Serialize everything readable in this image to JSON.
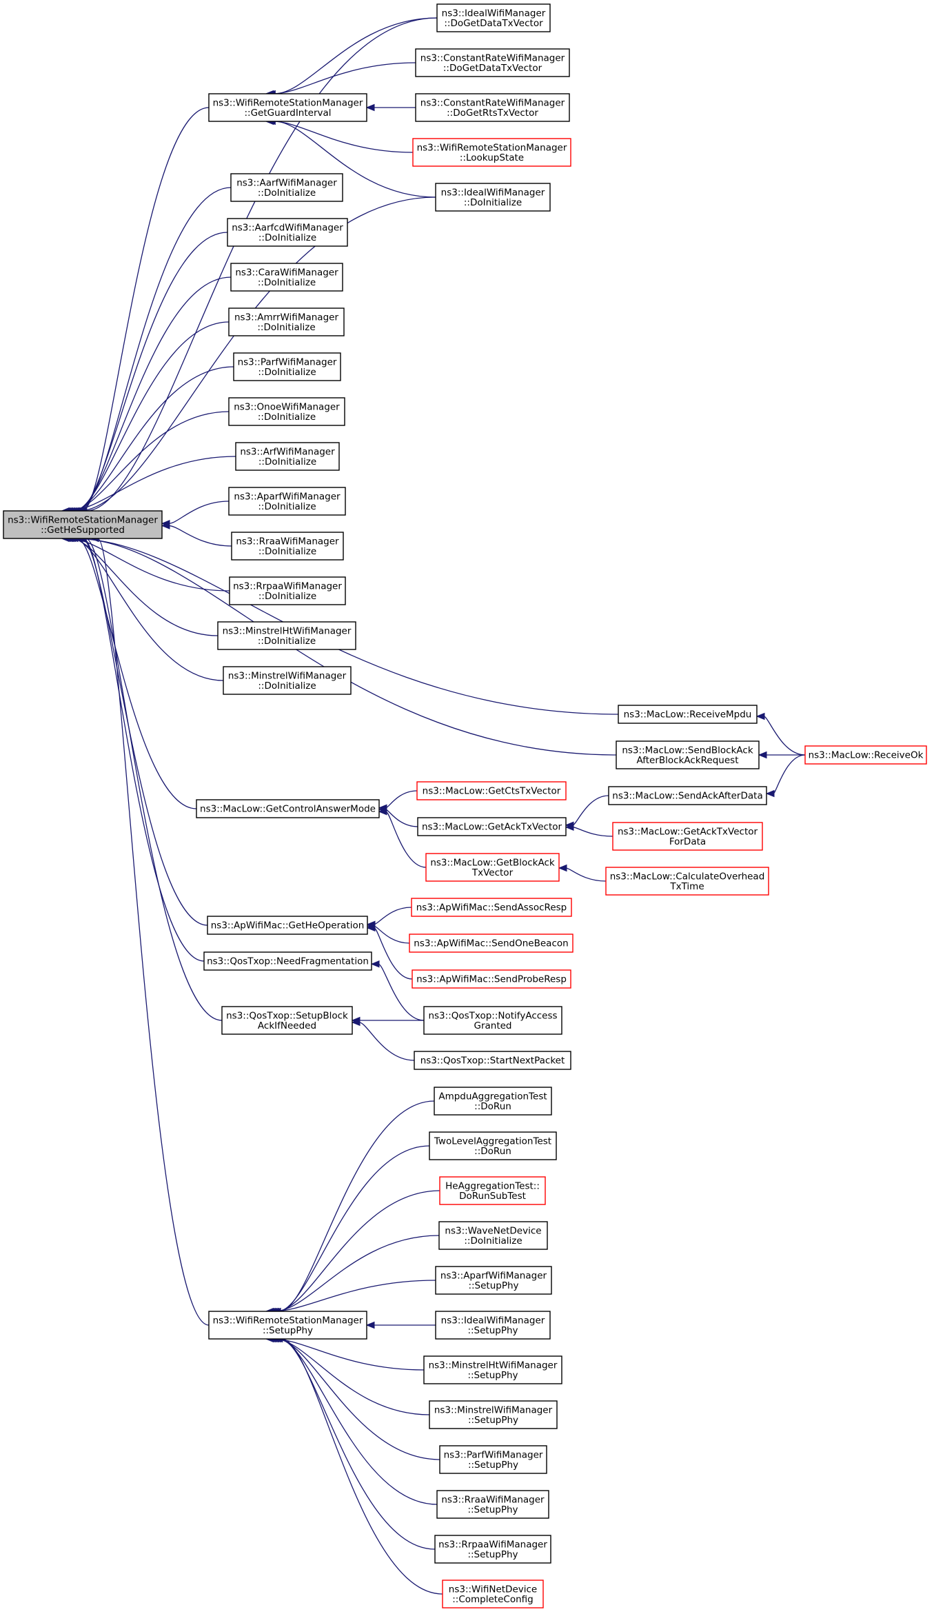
{
  "colors": {
    "edge": "#191970",
    "border_normal": "#000000",
    "border_truncated": "#ff0000",
    "root_fill": "#bfbfbf"
  },
  "nodes": [
    {
      "id": "root",
      "lines": [
        "ns3::WifiRemoteStationManager",
        "::GetHeSupported"
      ],
      "style": "root"
    },
    {
      "id": "ideal-dogetdatatxvector",
      "lines": [
        "ns3::IdealWifiManager",
        "::DoGetDataTxVector"
      ],
      "style": "normal"
    },
    {
      "id": "constantrate-dogetdatatxvector",
      "lines": [
        "ns3::ConstantRateWifiManager",
        "::DoGetDataTxVector"
      ],
      "style": "normal"
    },
    {
      "id": "getguardinterval",
      "lines": [
        "ns3::WifiRemoteStationManager",
        "::GetGuardInterval"
      ],
      "style": "normal"
    },
    {
      "id": "constantrate-dogetrtstxvector",
      "lines": [
        "ns3::ConstantRateWifiManager",
        "::DoGetRtsTxVector"
      ],
      "style": "normal"
    },
    {
      "id": "lookupstate",
      "lines": [
        "ns3::WifiRemoteStationManager",
        "::LookupState"
      ],
      "style": "truncated"
    },
    {
      "id": "ideal-doinitialize",
      "lines": [
        "ns3::IdealWifiManager",
        "::DoInitialize"
      ],
      "style": "normal"
    },
    {
      "id": "aarf-doinitialize",
      "lines": [
        "ns3::AarfWifiManager",
        "::DoInitialize"
      ],
      "style": "normal"
    },
    {
      "id": "aarfcd-doinitialize",
      "lines": [
        "ns3::AarfcdWifiManager",
        "::DoInitialize"
      ],
      "style": "normal"
    },
    {
      "id": "cara-doinitialize",
      "lines": [
        "ns3::CaraWifiManager",
        "::DoInitialize"
      ],
      "style": "normal"
    },
    {
      "id": "amrr-doinitialize",
      "lines": [
        "ns3::AmrrWifiManager",
        "::DoInitialize"
      ],
      "style": "normal"
    },
    {
      "id": "parf-doinitialize",
      "lines": [
        "ns3::ParfWifiManager",
        "::DoInitialize"
      ],
      "style": "normal"
    },
    {
      "id": "onoe-doinitialize",
      "lines": [
        "ns3::OnoeWifiManager",
        "::DoInitialize"
      ],
      "style": "normal"
    },
    {
      "id": "arf-doinitialize",
      "lines": [
        "ns3::ArfWifiManager",
        "::DoInitialize"
      ],
      "style": "normal"
    },
    {
      "id": "aparf-doinitialize",
      "lines": [
        "ns3::AparfWifiManager",
        "::DoInitialize"
      ],
      "style": "normal"
    },
    {
      "id": "rraa-doinitialize",
      "lines": [
        "ns3::RraaWifiManager",
        "::DoInitialize"
      ],
      "style": "normal"
    },
    {
      "id": "rrpaa-doinitialize",
      "lines": [
        "ns3::RrpaaWifiManager",
        "::DoInitialize"
      ],
      "style": "normal"
    },
    {
      "id": "minstrelht-doinitialize",
      "lines": [
        "ns3::MinstrelHtWifiManager",
        "::DoInitialize"
      ],
      "style": "normal"
    },
    {
      "id": "minstrel-doinitialize",
      "lines": [
        "ns3::MinstrelWifiManager",
        "::DoInitialize"
      ],
      "style": "normal"
    },
    {
      "id": "receivempdu",
      "lines": [
        "ns3::MacLow::ReceiveMpdu"
      ],
      "style": "normal"
    },
    {
      "id": "sendblockack",
      "lines": [
        "ns3::MacLow::SendBlockAck",
        "AfterBlockAckRequest"
      ],
      "style": "normal"
    },
    {
      "id": "receiveok",
      "lines": [
        "ns3::MacLow::ReceiveOk"
      ],
      "style": "truncated"
    },
    {
      "id": "getctstxvector",
      "lines": [
        "ns3::MacLow::GetCtsTxVector"
      ],
      "style": "truncated"
    },
    {
      "id": "sendackafterdata",
      "lines": [
        "ns3::MacLow::SendAckAfterData"
      ],
      "style": "normal"
    },
    {
      "id": "getcontrolanswermode",
      "lines": [
        "ns3::MacLow::GetControlAnswerMode"
      ],
      "style": "normal"
    },
    {
      "id": "getacktxvector",
      "lines": [
        "ns3::MacLow::GetAckTxVector"
      ],
      "style": "normal"
    },
    {
      "id": "getacktxvectorfordata",
      "lines": [
        "ns3::MacLow::GetAckTxVector",
        "ForData"
      ],
      "style": "truncated"
    },
    {
      "id": "getblockacktxvector",
      "lines": [
        "ns3::MacLow::GetBlockAck",
        "TxVector"
      ],
      "style": "truncated"
    },
    {
      "id": "calculateoverheadtxtime",
      "lines": [
        "ns3::MacLow::CalculateOverhead",
        "TxTime"
      ],
      "style": "truncated"
    },
    {
      "id": "sendassocresp",
      "lines": [
        "ns3::ApWifiMac::SendAssocResp"
      ],
      "style": "truncated"
    },
    {
      "id": "getheoperation",
      "lines": [
        "ns3::ApWifiMac::GetHeOperation"
      ],
      "style": "normal"
    },
    {
      "id": "sendonebeacon",
      "lines": [
        "ns3::ApWifiMac::SendOneBeacon"
      ],
      "style": "truncated"
    },
    {
      "id": "needfragmentation",
      "lines": [
        "ns3::QosTxop::NeedFragmentation"
      ],
      "style": "normal"
    },
    {
      "id": "sendproberesp",
      "lines": [
        "ns3::ApWifiMac::SendProbeResp"
      ],
      "style": "truncated"
    },
    {
      "id": "setupblockackifneeded",
      "lines": [
        "ns3::QosTxop::SetupBlock",
        "AckIfNeeded"
      ],
      "style": "normal"
    },
    {
      "id": "notifyaccessgranted",
      "lines": [
        "ns3::QosTxop::NotifyAccess",
        "Granted"
      ],
      "style": "normal"
    },
    {
      "id": "startnextpacket",
      "lines": [
        "ns3::QosTxop::StartNextPacket"
      ],
      "style": "normal"
    },
    {
      "id": "ampdu-dorun",
      "lines": [
        "AmpduAggregationTest",
        "::DoRun"
      ],
      "style": "normal"
    },
    {
      "id": "twolevel-dorun",
      "lines": [
        "TwoLevelAggregationTest",
        "::DoRun"
      ],
      "style": "normal"
    },
    {
      "id": "he-dorunsubtest",
      "lines": [
        "HeAggregationTest::",
        "DoRunSubTest"
      ],
      "style": "truncated"
    },
    {
      "id": "wavenetdevice-doinitialize",
      "lines": [
        "ns3::WaveNetDevice",
        "::DoInitialize"
      ],
      "style": "normal"
    },
    {
      "id": "aparf-setupphy",
      "lines": [
        "ns3::AparfWifiManager",
        "::SetupPhy"
      ],
      "style": "normal"
    },
    {
      "id": "setupphy",
      "lines": [
        "ns3::WifiRemoteStationManager",
        "::SetupPhy"
      ],
      "style": "normal"
    },
    {
      "id": "ideal-setupphy",
      "lines": [
        "ns3::IdealWifiManager",
        "::SetupPhy"
      ],
      "style": "normal"
    },
    {
      "id": "minstrelht-setupphy",
      "lines": [
        "ns3::MinstrelHtWifiManager",
        "::SetupPhy"
      ],
      "style": "normal"
    },
    {
      "id": "minstrel-setupphy",
      "lines": [
        "ns3::MinstrelWifiManager",
        "::SetupPhy"
      ],
      "style": "normal"
    },
    {
      "id": "parf-setupphy",
      "lines": [
        "ns3::ParfWifiManager",
        "::SetupPhy"
      ],
      "style": "normal"
    },
    {
      "id": "rraa-setupphy",
      "lines": [
        "ns3::RraaWifiManager",
        "::SetupPhy"
      ],
      "style": "normal"
    },
    {
      "id": "rrpaa-setupphy",
      "lines": [
        "ns3::RrpaaWifiManager",
        "::SetupPhy"
      ],
      "style": "normal"
    },
    {
      "id": "wifinetdevice-completeconfig",
      "lines": [
        "ns3::WifiNetDevice",
        "::CompleteConfig"
      ],
      "style": "truncated"
    }
  ],
  "edges": [
    {
      "from": "ideal-dogetdatatxvector",
      "to": "root"
    },
    {
      "from": "getguardinterval",
      "to": "root"
    },
    {
      "from": "ideal-doinitialize",
      "to": "root"
    },
    {
      "from": "aarf-doinitialize",
      "to": "root"
    },
    {
      "from": "aarfcd-doinitialize",
      "to": "root"
    },
    {
      "from": "cara-doinitialize",
      "to": "root"
    },
    {
      "from": "amrr-doinitialize",
      "to": "root"
    },
    {
      "from": "parf-doinitialize",
      "to": "root"
    },
    {
      "from": "onoe-doinitialize",
      "to": "root"
    },
    {
      "from": "arf-doinitialize",
      "to": "root"
    },
    {
      "from": "aparf-doinitialize",
      "to": "root"
    },
    {
      "from": "rraa-doinitialize",
      "to": "root"
    },
    {
      "from": "rrpaa-doinitialize",
      "to": "root"
    },
    {
      "from": "minstrelht-doinitialize",
      "to": "root"
    },
    {
      "from": "minstrel-doinitialize",
      "to": "root"
    },
    {
      "from": "receivempdu",
      "to": "root"
    },
    {
      "from": "sendblockack",
      "to": "root"
    },
    {
      "from": "getcontrolanswermode",
      "to": "root"
    },
    {
      "from": "getheoperation",
      "to": "root"
    },
    {
      "from": "needfragmentation",
      "to": "root"
    },
    {
      "from": "setupblockackifneeded",
      "to": "root"
    },
    {
      "from": "setupphy",
      "to": "root"
    },
    {
      "from": "ideal-dogetdatatxvector",
      "to": "getguardinterval"
    },
    {
      "from": "constantrate-dogetdatatxvector",
      "to": "getguardinterval"
    },
    {
      "from": "constantrate-dogetrtstxvector",
      "to": "getguardinterval"
    },
    {
      "from": "lookupstate",
      "to": "getguardinterval"
    },
    {
      "from": "ideal-doinitialize",
      "to": "getguardinterval"
    },
    {
      "from": "receiveok",
      "to": "receivempdu"
    },
    {
      "from": "receiveok",
      "to": "sendblockack"
    },
    {
      "from": "getctstxvector",
      "to": "getcontrolanswermode"
    },
    {
      "from": "getacktxvector",
      "to": "getcontrolanswermode"
    },
    {
      "from": "getblockacktxvector",
      "to": "getcontrolanswermode"
    },
    {
      "from": "sendackafterdata",
      "to": "getacktxvector"
    },
    {
      "from": "receiveok",
      "to": "sendackafterdata"
    },
    {
      "from": "getacktxvectorfordata",
      "to": "getacktxvector"
    },
    {
      "from": "calculateoverheadtxtime",
      "to": "getblockacktxvector"
    },
    {
      "from": "sendassocresp",
      "to": "getheoperation"
    },
    {
      "from": "sendonebeacon",
      "to": "getheoperation"
    },
    {
      "from": "sendproberesp",
      "to": "getheoperation"
    },
    {
      "from": "notifyaccessgranted",
      "to": "needfragmentation"
    },
    {
      "from": "notifyaccessgranted",
      "to": "setupblockackifneeded"
    },
    {
      "from": "startnextpacket",
      "to": "setupblockackifneeded"
    },
    {
      "from": "ampdu-dorun",
      "to": "setupphy"
    },
    {
      "from": "twolevel-dorun",
      "to": "setupphy"
    },
    {
      "from": "he-dorunsubtest",
      "to": "setupphy"
    },
    {
      "from": "wavenetdevice-doinitialize",
      "to": "setupphy"
    },
    {
      "from": "aparf-setupphy",
      "to": "setupphy"
    },
    {
      "from": "ideal-setupphy",
      "to": "setupphy"
    },
    {
      "from": "minstrelht-setupphy",
      "to": "setupphy"
    },
    {
      "from": "minstrel-setupphy",
      "to": "setupphy"
    },
    {
      "from": "parf-setupphy",
      "to": "setupphy"
    },
    {
      "from": "rraa-setupphy",
      "to": "setupphy"
    },
    {
      "from": "rrpaa-setupphy",
      "to": "setupphy"
    },
    {
      "from": "wifinetdevice-completeconfig",
      "to": "setupphy"
    }
  ]
}
